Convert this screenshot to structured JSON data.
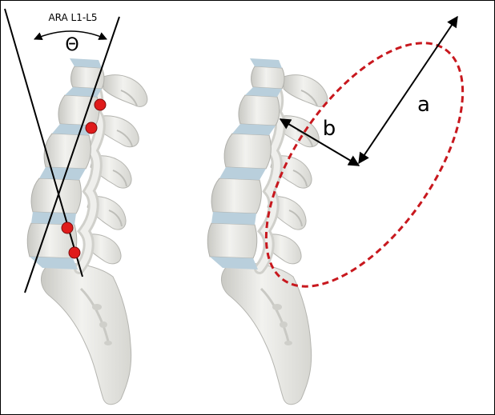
{
  "figure": {
    "left_panel": {
      "angle_label": "ARA L1-L5",
      "angle_symbol": "Θ"
    },
    "right_panel": {
      "semi_major_label": "a",
      "semi_minor_label": "b"
    }
  },
  "colors": {
    "bone": "#ededea",
    "bone_shadow": "#bcbcb7",
    "disc": "#b9cfdc",
    "marker": "#e01b1b",
    "ellipse": "#c8181e",
    "line": "#000000"
  }
}
